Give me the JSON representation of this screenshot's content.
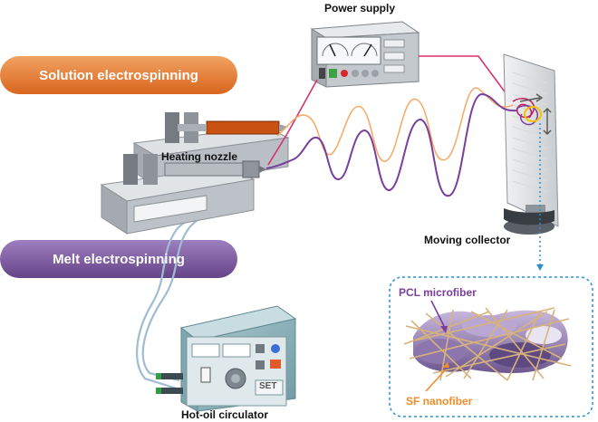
{
  "labels": {
    "power_supply": "Power supply",
    "solution_electrospinning": "Solution electrospinning",
    "melt_electrospinning": "Melt electrospinning",
    "heating_nozzle": "Heating nozzle",
    "moving_collector": "Moving collector",
    "hot_oil_circulator": "Hot-oil circulator",
    "pcl_microfiber": "PCL microfiber",
    "sf_nanofiber": "SF nanofiber",
    "set_button": "SET"
  },
  "colors": {
    "solution_pill": "#e37a2f",
    "melt_pill": "#7d5a9e",
    "solution_fiber": "#f5a862",
    "melt_fiber": "#7a3e9d",
    "high_voltage_wire": "#d6336c",
    "pcl_label": "#7a3e9d",
    "sf_label": "#f28c28",
    "inset_border": "#2b8fd0"
  }
}
